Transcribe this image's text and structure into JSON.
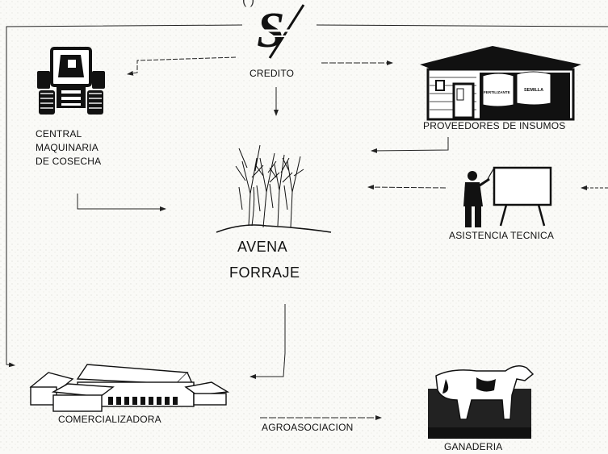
{
  "top_fragment": "(                    )",
  "nodes": {
    "credito": {
      "label": "CREDITO",
      "icon": "dollar-sign-icon"
    },
    "maquinaria": {
      "lines": [
        "CENTRAL",
        "MAQUINARIA",
        "DE COSECHA"
      ],
      "icon": "tractor-icon"
    },
    "proveedores": {
      "label": "PROVEEDORES DE INSUMOS",
      "icon": "store-building-icon",
      "sack_labels": [
        "FERTILIZANTE",
        "SEMILLA"
      ]
    },
    "avena": {
      "title": "AVENA",
      "subtitle": "FORRAJE",
      "icon": "oat-plants-icon"
    },
    "asistencia": {
      "label": "ASISTENCIA TECNICA",
      "icon": "teacher-board-icon"
    },
    "comercializadora": {
      "label": "COMERCIALIZADORA",
      "icon": "warehouse-icon"
    },
    "ganaderia": {
      "label": "GANADERIA",
      "icon": "cow-icon"
    }
  },
  "edges": [
    {
      "from": "CREDITO",
      "to": "CENTRAL MAQUINARIA DE COSECHA"
    },
    {
      "from": "CREDITO",
      "to": "PROVEEDORES DE INSUMOS"
    },
    {
      "from": "CREDITO",
      "to": "AVENA FORRAJE"
    },
    {
      "from": "PROVEEDORES DE INSUMOS",
      "to": "AVENA FORRAJE"
    },
    {
      "from": "ASISTENCIA TECNICA",
      "to": "AVENA FORRAJE"
    },
    {
      "from": "CENTRAL MAQUINARIA DE COSECHA",
      "to": "AVENA FORRAJE"
    },
    {
      "from": "AVENA FORRAJE",
      "to": "COMERCIALIZADORA"
    },
    {
      "from": "CREDITO",
      "to": "COMERCIALIZADORA"
    },
    {
      "from": "COMERCIALIZADORA",
      "to": "GANADERIA",
      "label": "AGROASOCIACION"
    }
  ],
  "colors": {
    "ink": "#111111",
    "paper": "#fafaf7",
    "grain": "#d4d4cc"
  }
}
